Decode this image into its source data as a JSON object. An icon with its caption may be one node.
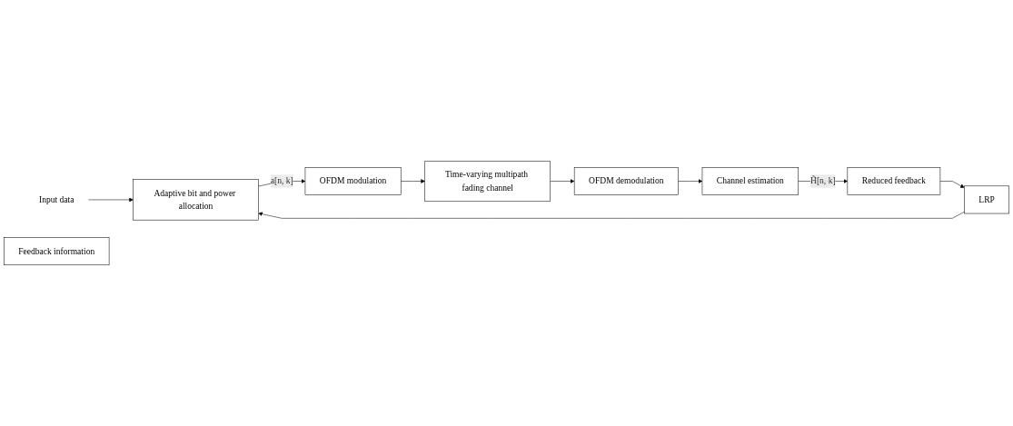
{
  "diagram": {
    "nodes": [
      {
        "text": [
          "Input data"
        ]
      },
      {
        "text": [
          "Adaptive bit and power allocation"
        ]
      },
      {
        "text": [
          "OFDM modulation"
        ]
      },
      {
        "text": [
          "Time-varying multipath fading channel"
        ]
      },
      {
        "text": [
          "OFDM demodulation"
        ]
      },
      {
        "text": [
          "Channel estimation"
        ]
      },
      {
        "text": [
          "Reduced feedback"
        ]
      },
      {
        "text": [
          "LRP"
        ]
      },
      {
        "text": [
          "Feedback information"
        ]
      }
    ],
    "edges": [
      {
        "from": 0,
        "to": 1,
        "arrow": "to"
      },
      {
        "from": 1,
        "to": 2,
        "label": "a[n, k]",
        "arrow": "to"
      },
      {
        "from": 2,
        "to": 3,
        "arrow": "to"
      },
      {
        "from": 3,
        "to": 4,
        "arrow": "to"
      },
      {
        "from": 4,
        "to": 5,
        "arrow": "to"
      },
      {
        "from": 5,
        "to": 6,
        "label": "H̃[n, k]",
        "arrow": "to"
      },
      {
        "from": 6,
        "to": 7,
        "arrow": "to"
      },
      {
        "from": 7,
        "to": 1,
        "arrow": "to"
      }
    ]
  }
}
